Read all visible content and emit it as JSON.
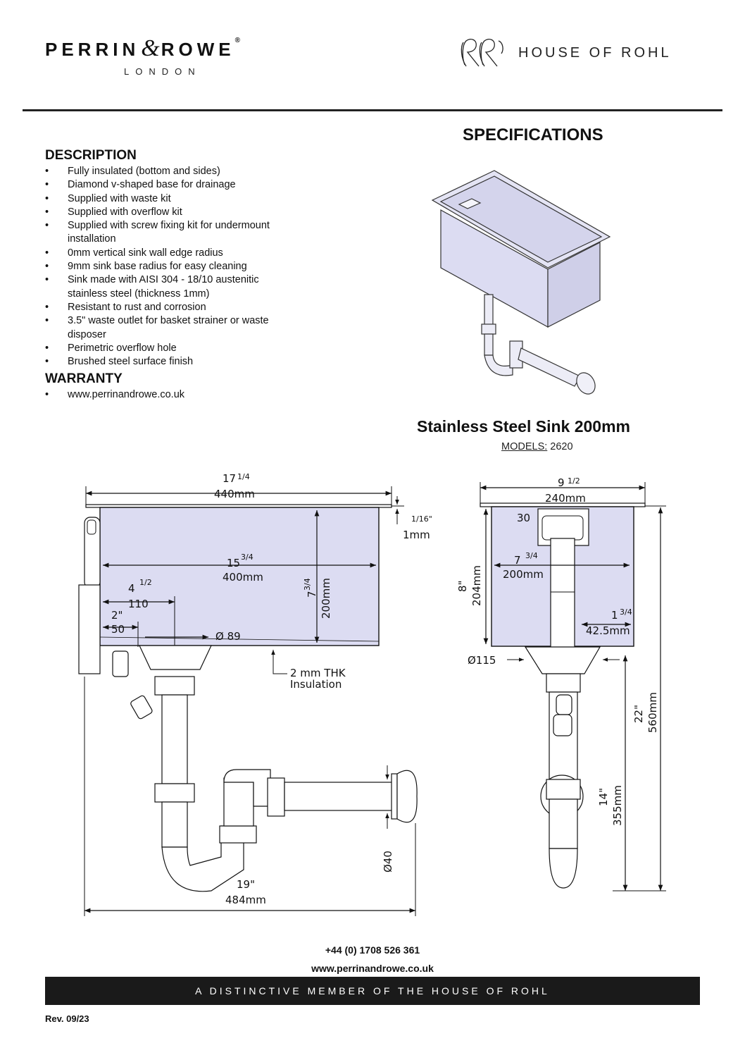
{
  "header": {
    "brand_a": "PERRIN",
    "brand_amp": "&",
    "brand_b": "ROWE",
    "brand_reg": "®",
    "brand_sub": "LONDON",
    "partner": "HOUSE OF ROHL"
  },
  "spec_title": "SPECIFICATIONS",
  "description": {
    "heading": "DESCRIPTION",
    "items": [
      "Fully insulated (bottom and sides)",
      "Diamond v-shaped base for drainage",
      "Supplied with waste kit",
      "Supplied with overflow kit",
      "Supplied with screw fixing kit for undermount installation",
      "0mm vertical sink wall edge radius",
      "9mm sink base radius for easy cleaning",
      "Sink made with AISI 304 - 18/10 austenitic stainless steel (thickness 1mm)",
      "Resistant to rust and corrosion",
      "3.5\" waste outlet for basket strainer or waste disposer",
      "Perimetric overflow hole",
      "Brushed steel surface finish"
    ]
  },
  "warranty": {
    "heading": "WARRANTY",
    "items": [
      "www.perrinandrowe.co.uk"
    ]
  },
  "product": {
    "title": "Stainless Steel Sink 200mm",
    "models_label": "MODELS:",
    "models_value": "2620"
  },
  "drawing": {
    "overall_width_in": "17",
    "overall_width_frac": "1/4",
    "overall_width_mm": "440mm",
    "rim_in": "1/16\"",
    "rim_mm": "1mm",
    "inner_width_in": "15",
    "inner_width_frac": "3/4",
    "inner_width_mm": "400mm",
    "depth_in": "7",
    "depth_frac": "3/4",
    "depth_mm": "200mm",
    "outlet_offset_in": "4",
    "outlet_offset_frac": "1/2",
    "outlet_offset_mm": "110",
    "edge_in": "2\"",
    "edge_mm": "50",
    "outlet_dia": "Ø 89",
    "insulation": "2 mm THK",
    "insulation_2": "Insulation",
    "waste_dia": "Ø40",
    "total_len_in": "19\"",
    "total_len_mm": "484mm",
    "side_width_in": "9",
    "side_width_frac": "1/2",
    "side_width_mm": "240mm",
    "overflow_top": "30",
    "side_inner_in": "7",
    "side_inner_frac": "3/4",
    "side_inner_mm": "200mm",
    "side_depth_in": "8\"",
    "side_depth_mm": "204mm",
    "drain_pos_in": "1",
    "drain_pos_frac": "3/4",
    "drain_pos_mm": "42.5mm",
    "waste_outer": "Ø115",
    "trap_in": "14\"",
    "trap_mm": "355mm",
    "total_h_in": "22\"",
    "total_h_mm": "560mm"
  },
  "footer": {
    "phone": "+44 (0) 1708 526 361",
    "website": "www.perrinandrowe.co.uk",
    "band": "A DISTINCTIVE MEMBER OF THE HOUSE OF ROHL",
    "revision": "Rev. 09/23"
  },
  "colors": {
    "sink_fill": "#dcdcf2",
    "line": "#111111",
    "band": "#1a1a1a"
  }
}
